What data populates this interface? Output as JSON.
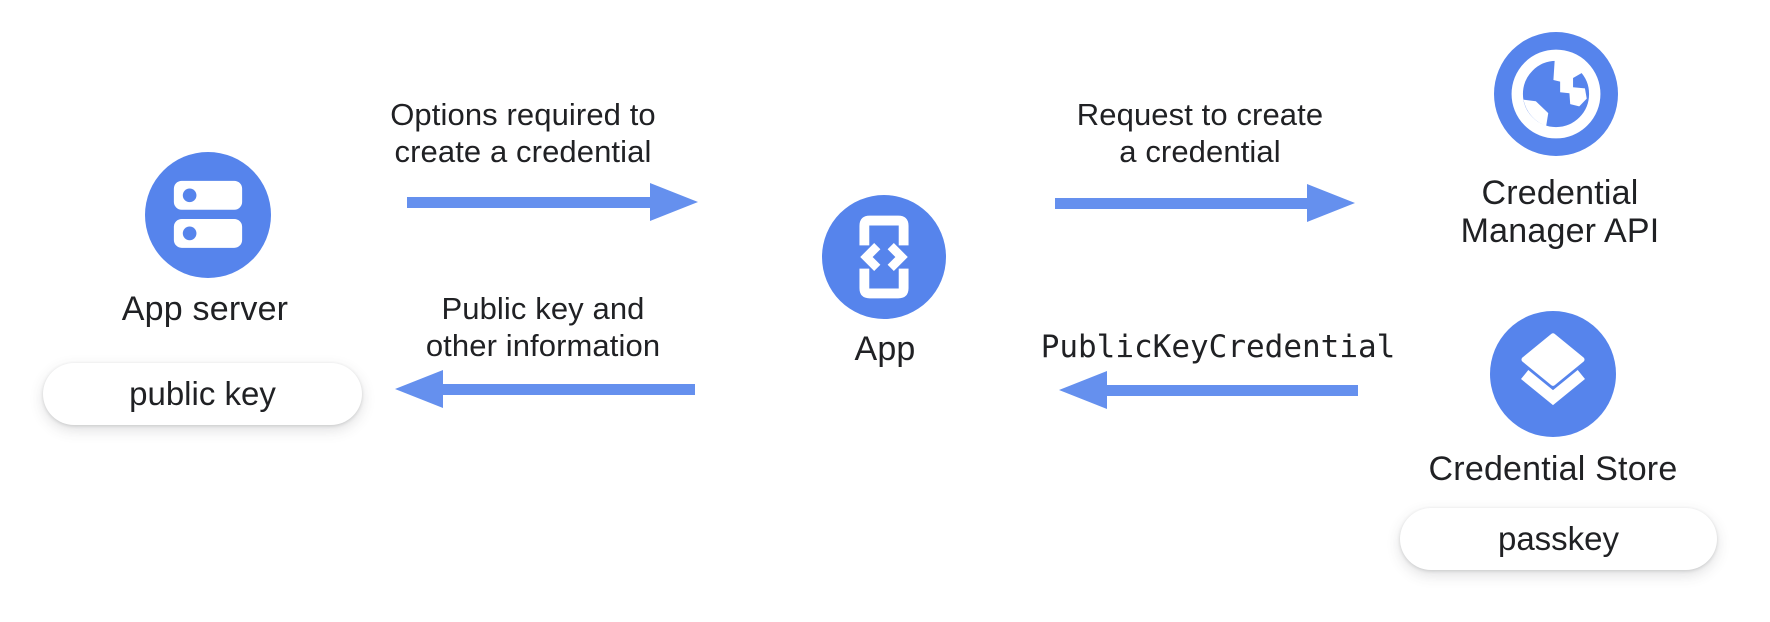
{
  "diagram": {
    "background_color": "#ffffff",
    "accent_colors": {
      "node_blue": "#5684EC",
      "arrow_blue": "#6590EE",
      "text_dark": "#202124",
      "pill_bg": "#ffffff"
    },
    "nodes": {
      "app_server": {
        "label": "App server",
        "icon": "server-icon",
        "badge": "public key"
      },
      "app": {
        "label": "App",
        "icon": "phone-code-icon"
      },
      "credential_manager_api": {
        "label_lines": [
          "Credential",
          "Manager API"
        ],
        "icon": "globe-icon"
      },
      "credential_store": {
        "label": "Credential Store",
        "icon": "layers-icon",
        "badge": "passkey"
      }
    },
    "arrows": [
      {
        "id": "options-to-create",
        "direction": "right",
        "label_lines": [
          "Options required to",
          "create a credential"
        ]
      },
      {
        "id": "request-to-create",
        "direction": "right",
        "label_lines": [
          "Request to create",
          "a credential"
        ]
      },
      {
        "id": "public-key-return",
        "direction": "left",
        "label_lines": [
          "Public key and",
          "other information"
        ]
      },
      {
        "id": "publickeycredential-return",
        "direction": "left",
        "mono": true,
        "label_lines": [
          "PublicKeyCredential"
        ]
      }
    ]
  }
}
